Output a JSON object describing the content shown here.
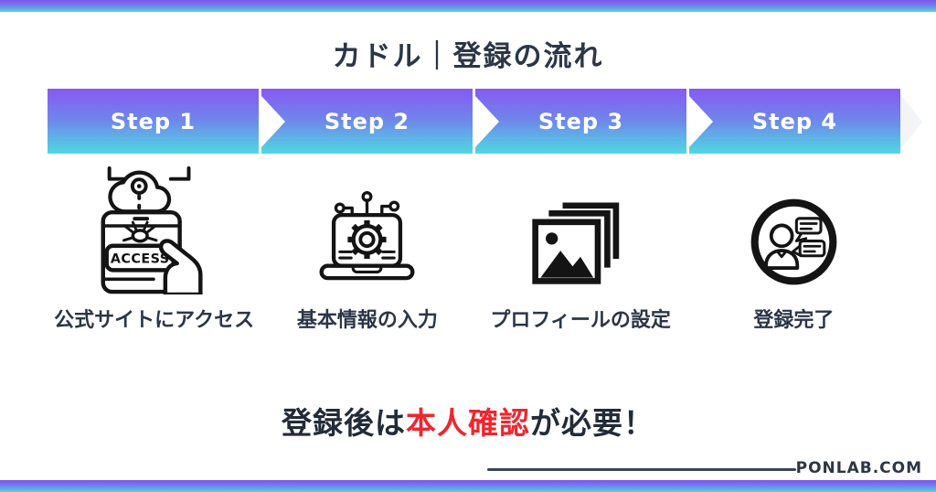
{
  "title": "カドル｜登録の流れ",
  "steps": [
    {
      "label": "Step 1",
      "caption": "公式サイトにアクセス",
      "icon": "cloud-access-phone-icon",
      "icon_text": "ACCESS"
    },
    {
      "label": "Step 2",
      "caption": "基本情報の入力",
      "icon": "laptop-gear-icon"
    },
    {
      "label": "Step 3",
      "caption": "プロフィールの設定",
      "icon": "photo-stack-icon"
    },
    {
      "label": "Step 4",
      "caption": "登録完了",
      "icon": "person-chat-icon"
    }
  ],
  "note": {
    "prefix": "登録後は",
    "highlight": "本人確認",
    "suffix": "が必要！"
  },
  "footer": {
    "brand": "PONLAB.COM"
  },
  "colors": {
    "gradient_top": "#7e55f1",
    "gradient_bottom": "#55d5e0",
    "text_dark": "#2b3647",
    "highlight_red": "#f0262f",
    "icon_stroke": "#141414",
    "chevron_white": "#ffffff",
    "chevron_gray": "#f2f4f5",
    "background": "#ffffff"
  }
}
